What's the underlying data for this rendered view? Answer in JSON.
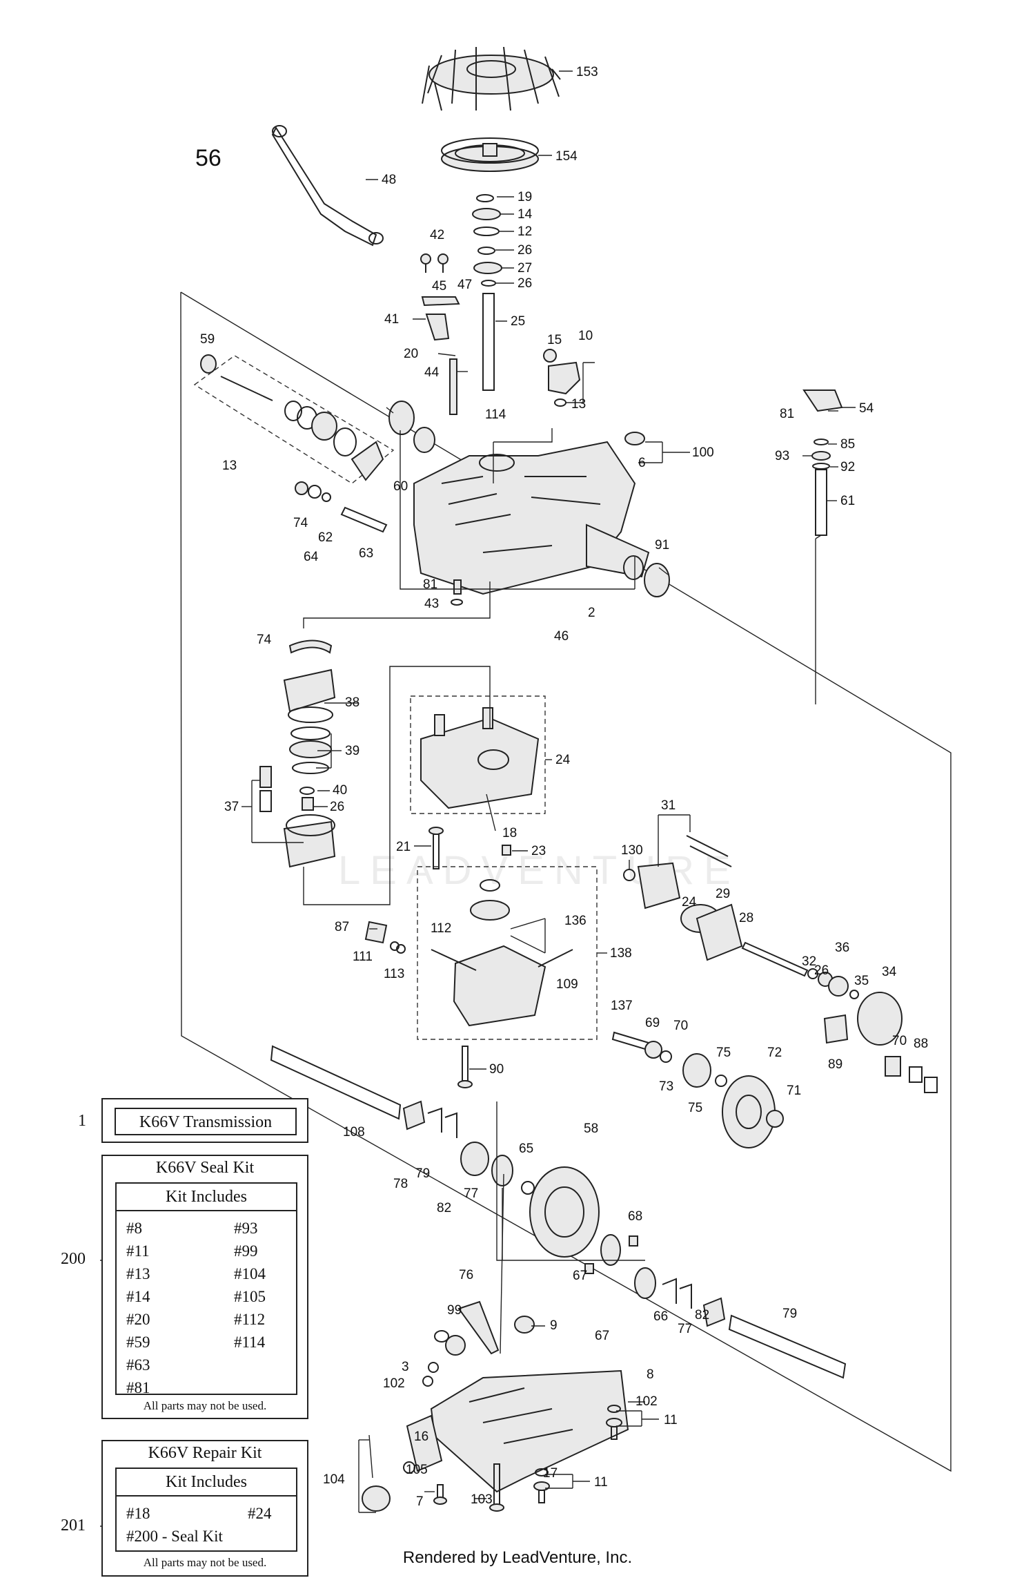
{
  "diagram_number": "56",
  "watermark": "LEADVENTURE",
  "footer": "Rendered by LeadVenture, Inc.",
  "callouts": [
    "153",
    "154",
    "48",
    "19",
    "14",
    "12",
    "26",
    "27",
    "26",
    "42",
    "45",
    "47",
    "41",
    "25",
    "59",
    "20",
    "44",
    "15",
    "10",
    "13",
    "114",
    "81",
    "54",
    "85",
    "93",
    "92",
    "100",
    "6",
    "13",
    "60",
    "74",
    "64",
    "62",
    "63",
    "61",
    "91",
    "81",
    "43",
    "46",
    "2",
    "74",
    "38",
    "39",
    "40",
    "26",
    "37",
    "24",
    "18",
    "21",
    "23",
    "130",
    "31",
    "24",
    "29",
    "28",
    "32",
    "26",
    "36",
    "35",
    "34",
    "87",
    "111",
    "113",
    "112",
    "136",
    "138",
    "109",
    "137",
    "69",
    "70",
    "73",
    "75",
    "75",
    "72",
    "71",
    "70",
    "88",
    "89",
    "90",
    "108",
    "78",
    "79",
    "82",
    "77",
    "65",
    "58",
    "68",
    "67",
    "67",
    "66",
    "77",
    "82",
    "79",
    "76",
    "99",
    "9",
    "8",
    "3",
    "102",
    "102",
    "11",
    "16",
    "105",
    "104",
    "103",
    "7",
    "17",
    "11",
    "16"
  ],
  "transmission": {
    "ref": "1",
    "label": "K66V Transmission"
  },
  "seal_kit": {
    "ref": "200",
    "title": "K66V Seal Kit",
    "includes_label": "Kit Includes",
    "left_items": [
      "#8",
      "#11",
      "#13",
      "#14",
      "#20",
      "#59",
      "#63",
      "#81"
    ],
    "right_items": [
      "#93",
      "#99",
      "#104",
      "#105",
      "#112",
      "#114"
    ],
    "note": "All parts may not be used."
  },
  "repair_kit": {
    "ref": "201",
    "title": "K66V Repair Kit",
    "includes_label": "Kit Includes",
    "items": [
      "#18",
      "#24",
      "#200 - Seal Kit"
    ],
    "note": "All parts may not be used."
  }
}
